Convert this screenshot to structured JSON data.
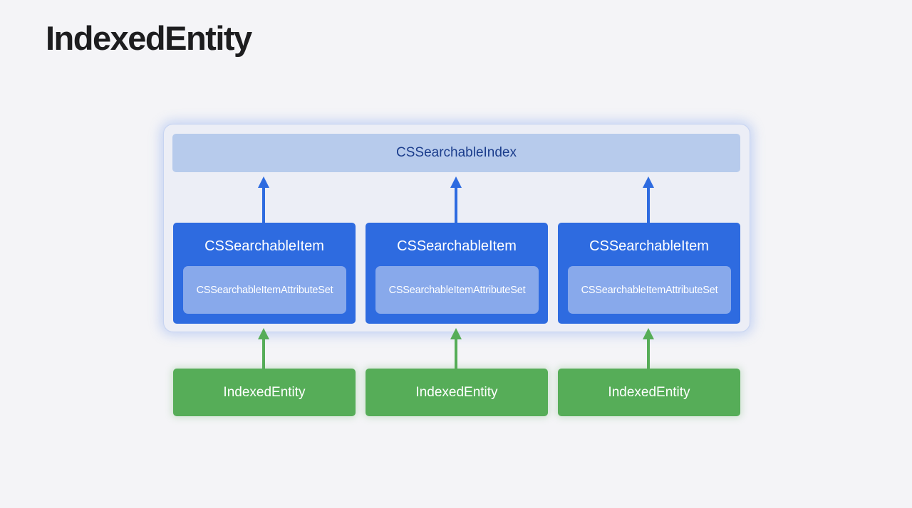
{
  "title": "IndexedEntity",
  "index": {
    "label": "CSSearchableIndex"
  },
  "items": [
    {
      "title": "CSSearchableItem",
      "attribute_set": "CSSearchableItemAttributeSet"
    },
    {
      "title": "CSSearchableItem",
      "attribute_set": "CSSearchableItemAttributeSet"
    },
    {
      "title": "CSSearchableItem",
      "attribute_set": "CSSearchableItemAttributeSet"
    }
  ],
  "entities": [
    {
      "label": "IndexedEntity"
    },
    {
      "label": "IndexedEntity"
    },
    {
      "label": "IndexedEntity"
    }
  ],
  "colors": {
    "index_fill": "#b7cbec",
    "item_fill": "#2e6be0",
    "attribute_fill": "#88a9eb",
    "entity_fill": "#56ad58",
    "container_glow": "#6e96eb"
  }
}
